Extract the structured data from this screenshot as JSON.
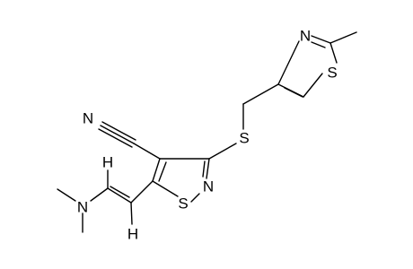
{
  "molecule": {
    "atoms": {
      "thiazole_n": "N",
      "thiazole_s": "S",
      "thioether_s": "S",
      "nitrile_n": "N",
      "isothiazole_n": "N",
      "isothiazole_s": "S",
      "amine_n": "N",
      "vinyl_h_upper": "H",
      "vinyl_h_lower": "H"
    }
  }
}
